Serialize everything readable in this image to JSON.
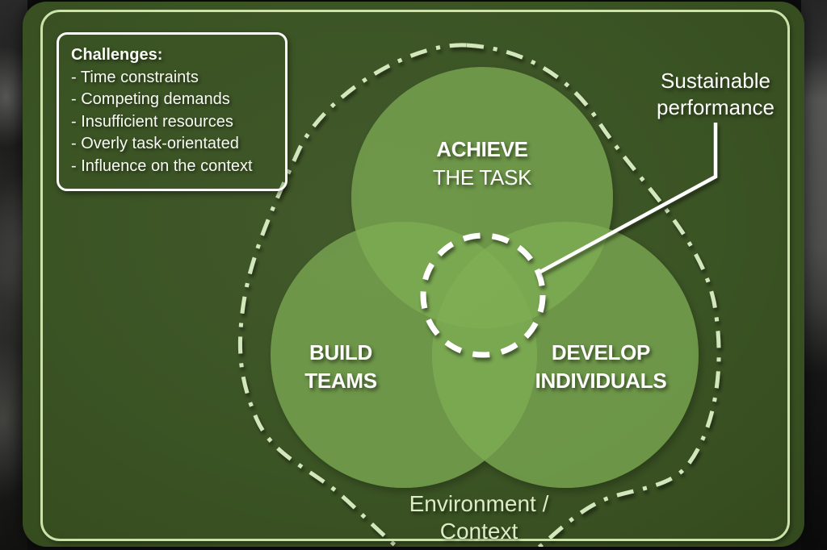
{
  "slide": {
    "challenges": {
      "title": "Challenges:",
      "items": [
        "- Time constraints",
        "- Competing demands",
        "- Insufficient resources",
        "- Overly task-orientated",
        "- Influence on the context"
      ]
    },
    "circles": {
      "task": {
        "line1": "ACHIEVE",
        "line2": "THE TASK"
      },
      "teams": {
        "line1": "BUILD",
        "line2": "TEAMS"
      },
      "individuals": {
        "line1": "DEVELOP",
        "line2": "INDIVIDUALS"
      }
    },
    "callout": {
      "line1": "Sustainable",
      "line2": "performance"
    },
    "footer": {
      "line1": "Environment /",
      "line2": "Context"
    },
    "colors": {
      "slide_background": "#3b5424",
      "circle_green": "#7fae54",
      "pale_green": "#d3e7bd",
      "text_white": "#ffffff"
    }
  }
}
